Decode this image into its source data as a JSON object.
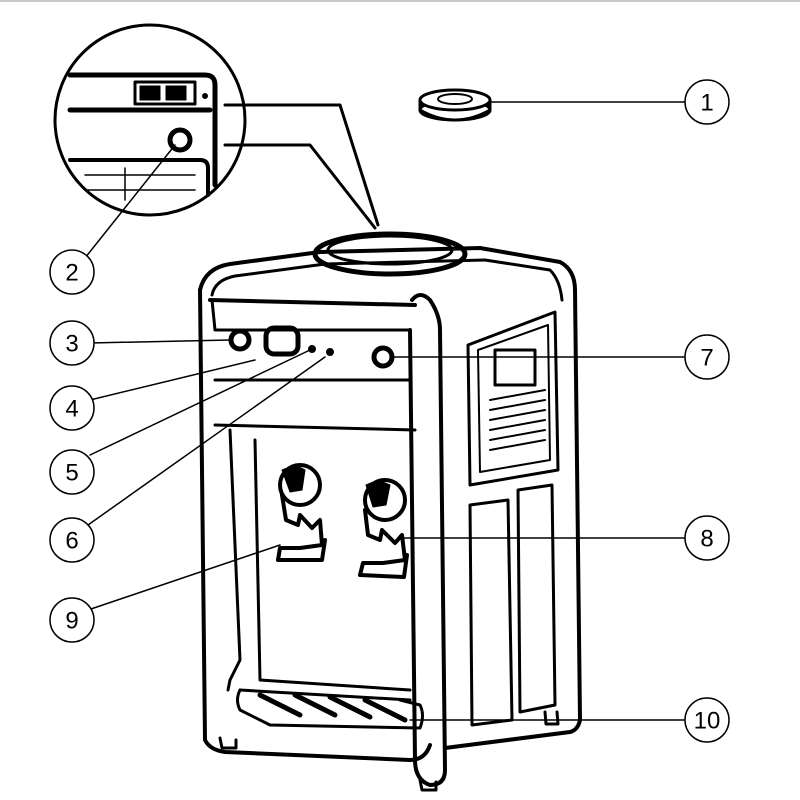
{
  "diagram": {
    "subject": "water-dispenser",
    "line_color": "#000000",
    "background": "#ffffff",
    "callouts": [
      {
        "label": "1",
        "part": "cap"
      },
      {
        "label": "2",
        "part": "rear-knob"
      },
      {
        "label": "3",
        "part": "left-indicator"
      },
      {
        "label": "4",
        "part": "power-light"
      },
      {
        "label": "5",
        "part": "heating-light"
      },
      {
        "label": "6",
        "part": "extra-hot-light"
      },
      {
        "label": "7",
        "part": "right-indicator"
      },
      {
        "label": "8",
        "part": "hot-tap"
      },
      {
        "label": "9",
        "part": "cold-tap"
      },
      {
        "label": "10",
        "part": "drip-tray"
      }
    ]
  }
}
